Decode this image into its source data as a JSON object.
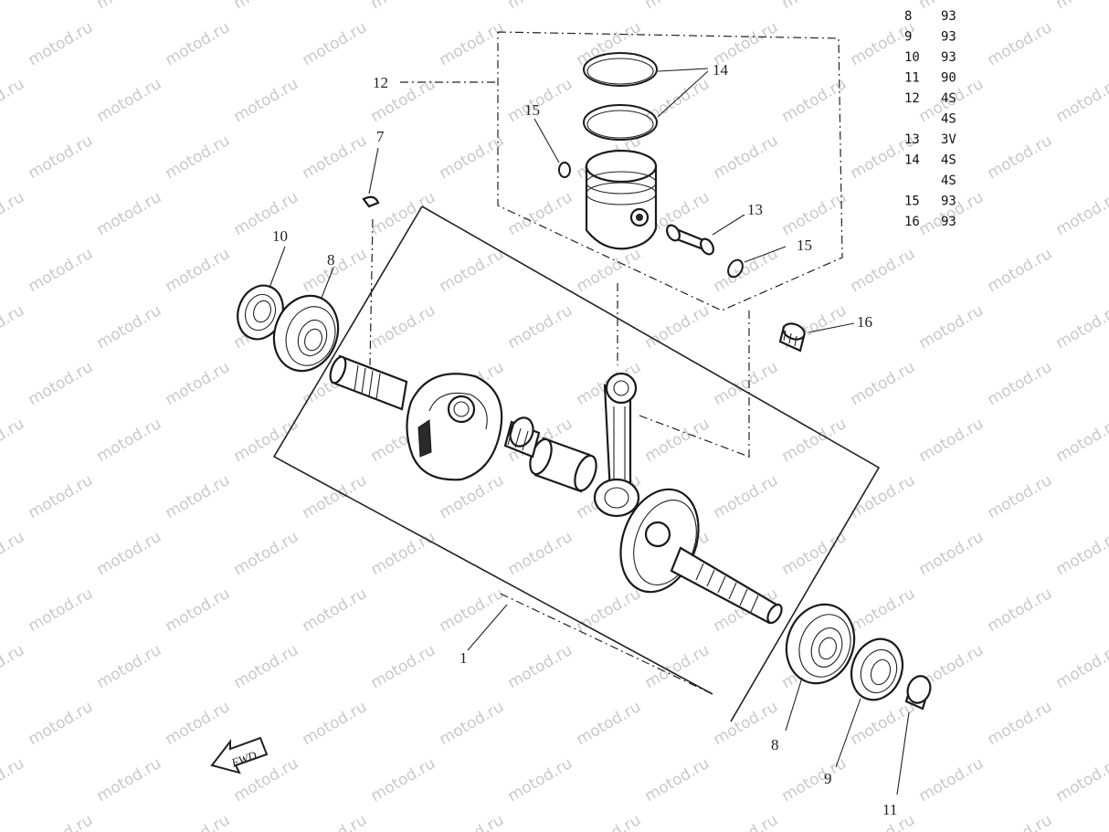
{
  "diagram": {
    "watermark": "motod.ru",
    "fwd_label": "FWD",
    "callouts": {
      "c1": "1",
      "c7": "7",
      "c8a": "8",
      "c8b": "8",
      "c9": "9",
      "c10": "10",
      "c11": "11",
      "c12": "12",
      "c13": "13",
      "c14": "14",
      "c15a": "15",
      "c15b": "15",
      "c16": "16"
    },
    "parts_table": [
      {
        "ref": "8",
        "code": "93"
      },
      {
        "ref": "9",
        "code": "93"
      },
      {
        "ref": "10",
        "code": "93"
      },
      {
        "ref": "11",
        "code": "90"
      },
      {
        "ref": "12",
        "code": "4S"
      },
      {
        "ref": "",
        "code": "4S"
      },
      {
        "ref": "13",
        "code": "3V"
      },
      {
        "ref": "14",
        "code": "4S"
      },
      {
        "ref": "",
        "code": "4S"
      },
      {
        "ref": "15",
        "code": "93"
      },
      {
        "ref": "16",
        "code": "93"
      }
    ]
  }
}
